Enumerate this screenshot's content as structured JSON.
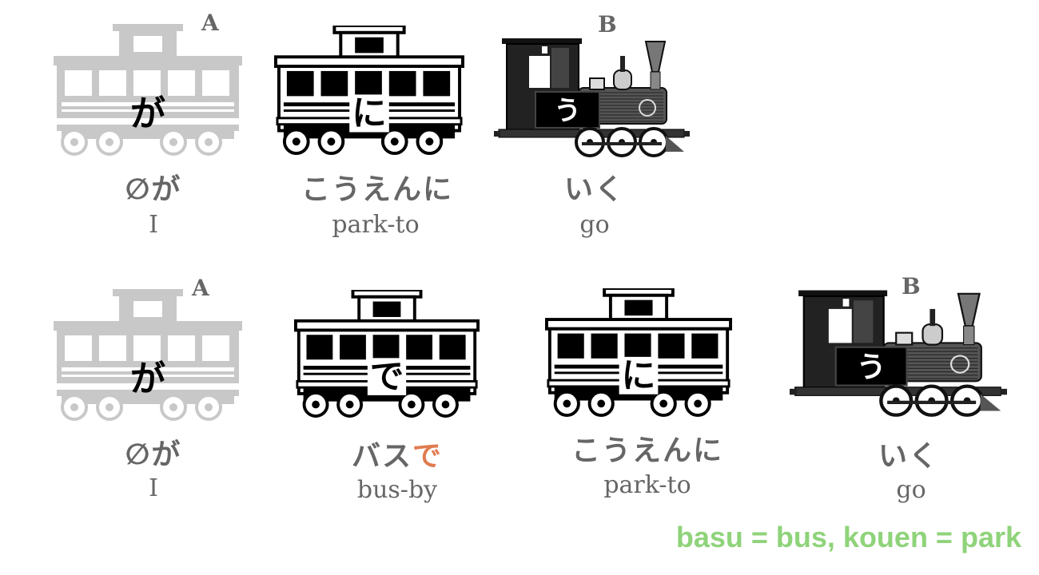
{
  "rows": [
    {
      "marker_a": "A",
      "marker_b": "B",
      "cars": [
        {
          "particle": "が",
          "style": "faded",
          "label_jp": "∅が",
          "label_en": "I"
        },
        {
          "particle": "に",
          "style": "active",
          "label_jp": "こうえんに",
          "label_en": "park-to"
        }
      ],
      "engine": {
        "particle": "う",
        "label_jp": "いく",
        "label_en": "go"
      }
    },
    {
      "marker_a": "A",
      "marker_b": "B",
      "cars": [
        {
          "particle": "が",
          "style": "faded",
          "label_jp": "∅が",
          "label_en": "I"
        },
        {
          "particle": "で",
          "style": "active",
          "label_jp_main": "バス",
          "label_jp_highlight": "で",
          "label_en": "bus-by"
        },
        {
          "particle": "に",
          "style": "active",
          "label_jp": "こうえんに",
          "label_en": "park-to"
        }
      ],
      "engine": {
        "particle": "う",
        "label_jp": "いく",
        "label_en": "go"
      }
    }
  ],
  "footer": "basu = bus, kouen = park",
  "colors": {
    "highlight": "#e07b50",
    "footer": "#8fd37a",
    "label": "#666666",
    "faded": "#c8c8c8"
  }
}
